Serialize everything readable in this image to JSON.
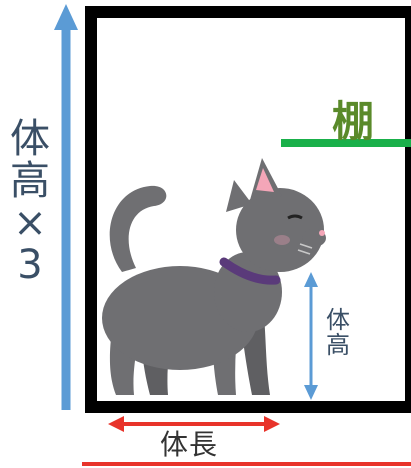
{
  "labels": {
    "shelf": "棚",
    "total_height_chars": [
      "体",
      "高",
      "×",
      "3"
    ],
    "cat_height_chars": [
      "体",
      "高"
    ],
    "cat_length": "体長"
  },
  "colors": {
    "frame": "#000000",
    "shelf_line": "#19b04a",
    "shelf_text": "#5a8a2a",
    "vertical_arrow": "#5b9bd5",
    "horizontal_arrow": "#e8332a",
    "cat_body": "#6f6f72",
    "cat_collar": "#5a3a7a",
    "ear_inner": "#f4a6b8"
  },
  "icons": {
    "cat": "gray-cat-illustration"
  }
}
